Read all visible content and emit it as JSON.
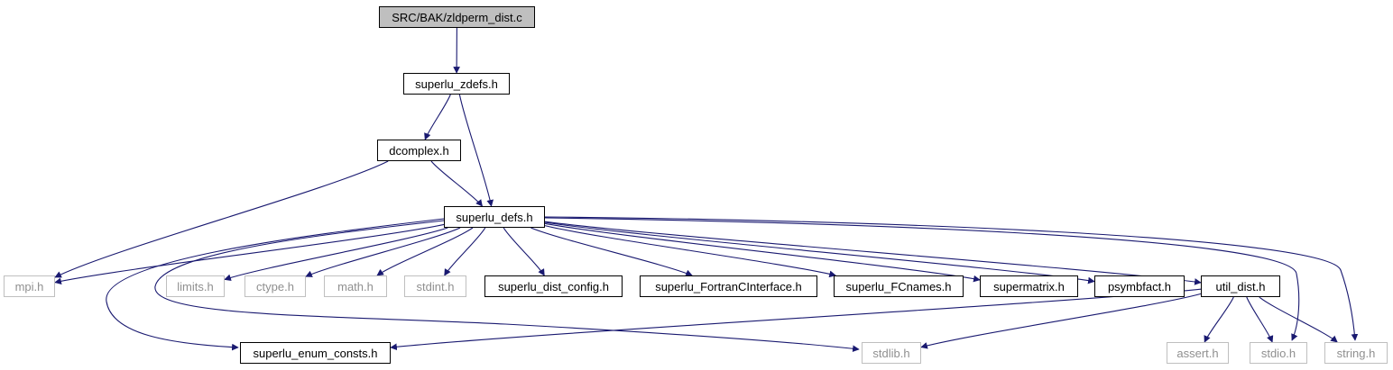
{
  "graph": {
    "nodes": [
      {
        "id": "root",
        "label": "SRC/BAK/zldperm_dist.c",
        "kind": "root",
        "ident": "file-zldperm-dist-c"
      },
      {
        "id": "zdefs",
        "label": "superlu_zdefs.h",
        "kind": "local",
        "ident": "file-superlu-zdefs-h"
      },
      {
        "id": "dcomplex",
        "label": "dcomplex.h",
        "kind": "local",
        "ident": "file-dcomplex-h"
      },
      {
        "id": "defs",
        "label": "superlu_defs.h",
        "kind": "local",
        "ident": "file-superlu-defs-h"
      },
      {
        "id": "mpi",
        "label": "mpi.h",
        "kind": "external",
        "ident": "file-mpi-h"
      },
      {
        "id": "limits",
        "label": "limits.h",
        "kind": "external",
        "ident": "file-limits-h"
      },
      {
        "id": "ctype",
        "label": "ctype.h",
        "kind": "external",
        "ident": "file-ctype-h"
      },
      {
        "id": "math",
        "label": "math.h",
        "kind": "external",
        "ident": "file-math-h"
      },
      {
        "id": "stdint",
        "label": "stdint.h",
        "kind": "external",
        "ident": "file-stdint-h"
      },
      {
        "id": "config",
        "label": "superlu_dist_config.h",
        "kind": "local",
        "ident": "file-superlu-dist-config-h"
      },
      {
        "id": "fortran",
        "label": "superlu_FortranCInterface.h",
        "kind": "local",
        "ident": "file-superlu-fortrancinterface-h"
      },
      {
        "id": "fcnames",
        "label": "superlu_FCnames.h",
        "kind": "local",
        "ident": "file-superlu-fcnames-h"
      },
      {
        "id": "supermatrix",
        "label": "supermatrix.h",
        "kind": "local",
        "ident": "file-supermatrix-h"
      },
      {
        "id": "psymbfact",
        "label": "psymbfact.h",
        "kind": "local",
        "ident": "file-psymbfact-h"
      },
      {
        "id": "util",
        "label": "util_dist.h",
        "kind": "local",
        "ident": "file-util-dist-h"
      },
      {
        "id": "enum",
        "label": "superlu_enum_consts.h",
        "kind": "local",
        "ident": "file-superlu-enum-consts-h"
      },
      {
        "id": "stdlib",
        "label": "stdlib.h",
        "kind": "external",
        "ident": "file-stdlib-h"
      },
      {
        "id": "assert",
        "label": "assert.h",
        "kind": "external",
        "ident": "file-assert-h"
      },
      {
        "id": "stdio",
        "label": "stdio.h",
        "kind": "external",
        "ident": "file-stdio-h"
      },
      {
        "id": "string",
        "label": "string.h",
        "kind": "external",
        "ident": "file-string-h"
      }
    ],
    "edges": [
      [
        "root",
        "zdefs"
      ],
      [
        "zdefs",
        "dcomplex"
      ],
      [
        "zdefs",
        "defs"
      ],
      [
        "dcomplex",
        "defs"
      ],
      [
        "dcomplex",
        "mpi"
      ],
      [
        "defs",
        "mpi"
      ],
      [
        "defs",
        "limits"
      ],
      [
        "defs",
        "ctype"
      ],
      [
        "defs",
        "math"
      ],
      [
        "defs",
        "stdint"
      ],
      [
        "defs",
        "config"
      ],
      [
        "defs",
        "fortran"
      ],
      [
        "defs",
        "fcnames"
      ],
      [
        "defs",
        "supermatrix"
      ],
      [
        "defs",
        "psymbfact"
      ],
      [
        "defs",
        "util"
      ],
      [
        "defs",
        "enum"
      ],
      [
        "defs",
        "stdlib"
      ],
      [
        "defs",
        "stdio"
      ],
      [
        "defs",
        "string"
      ],
      [
        "util",
        "enum"
      ],
      [
        "util",
        "stdlib"
      ],
      [
        "util",
        "assert"
      ],
      [
        "util",
        "stdio"
      ],
      [
        "util",
        "string"
      ]
    ],
    "colors": {
      "edge": "#191970",
      "local_border": "#000000",
      "external_border": "#bfbfbf",
      "external_text": "#8f8f8f",
      "root_fill": "#bfbfbf"
    }
  }
}
